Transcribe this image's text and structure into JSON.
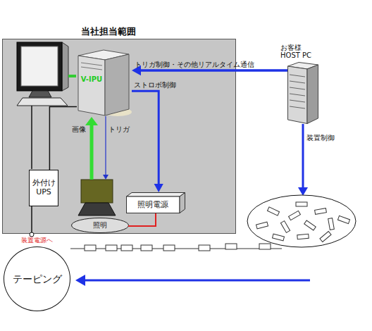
{
  "diagram": {
    "nodes": [
      {
        "text": [
          "当社担当範囲"
        ]
      },
      {
        "text": [
          "V-IPU"
        ],
        "in": 0
      },
      {
        "text": [
          "外付け UPS"
        ],
        "in": 0
      },
      {
        "text": [
          "照明電源"
        ],
        "in": 0
      },
      {
        "text": [
          "照明"
        ],
        "in": 0
      },
      {
        "text": [
          "お客様 HOST PC"
        ]
      },
      {
        "text": [
          "テーピング"
        ]
      }
    ],
    "edges": [
      {
        "from": 5,
        "to": 1,
        "label": "トリガ制御・その他リアルタイム通信",
        "arrow": "to"
      },
      {
        "from": 1,
        "to": 3,
        "label": "ストロボ制御",
        "arrow": "to"
      },
      {
        "from": 3,
        "to": 4,
        "arrow": "none"
      },
      {
        "from": 2,
        "to": 1,
        "arrow": "none"
      }
    ],
    "labels": [
      "トリガ",
      "画像",
      "装置制御",
      "装置電源へ"
    ]
  }
}
